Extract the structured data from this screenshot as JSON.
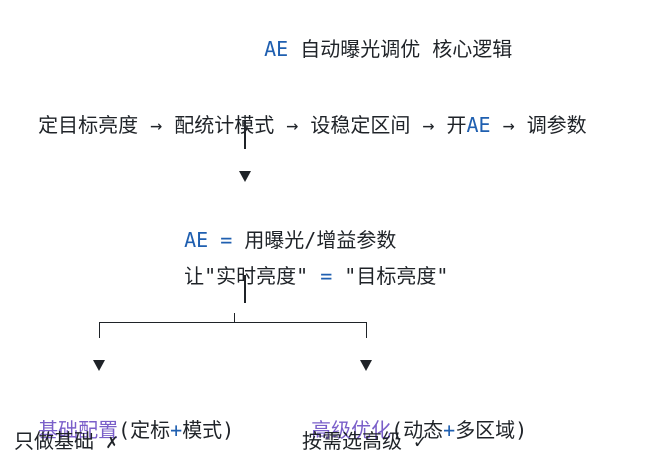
{
  "title": {
    "ae": "AE",
    "rest": " 自动曝光调优 核心逻辑"
  },
  "flow": {
    "step1": "定目标亮度",
    "arrow1": " → ",
    "step2": "配统计模式",
    "arrow2": " → ",
    "step3": "设稳定区间",
    "arrow3": " → ",
    "step4_prefix": "开",
    "step4_ae": "AE",
    "arrow4": " → ",
    "step5": "调参数"
  },
  "definition": {
    "ae": "AE",
    "eq": " = ",
    "text": "用曝光/增益参数",
    "line2_prefix": "让\"实时亮度\" ",
    "line2_eq": "=",
    "line2_suffix": " \"目标亮度\""
  },
  "branch_left": {
    "title": "基础配置",
    "detail_open": "(定标",
    "plus": "+",
    "detail_close": "模式)",
    "verdict": "只做基础 ✗"
  },
  "branch_right": {
    "title": "高级优化",
    "detail_open": "(动态",
    "plus": "+",
    "detail_close": "多区域)",
    "verdict": "按需选高级 ✓"
  },
  "colors": {
    "blue": "#1f5fb0",
    "purple": "#7a5fc9",
    "text": "#1f2328"
  }
}
